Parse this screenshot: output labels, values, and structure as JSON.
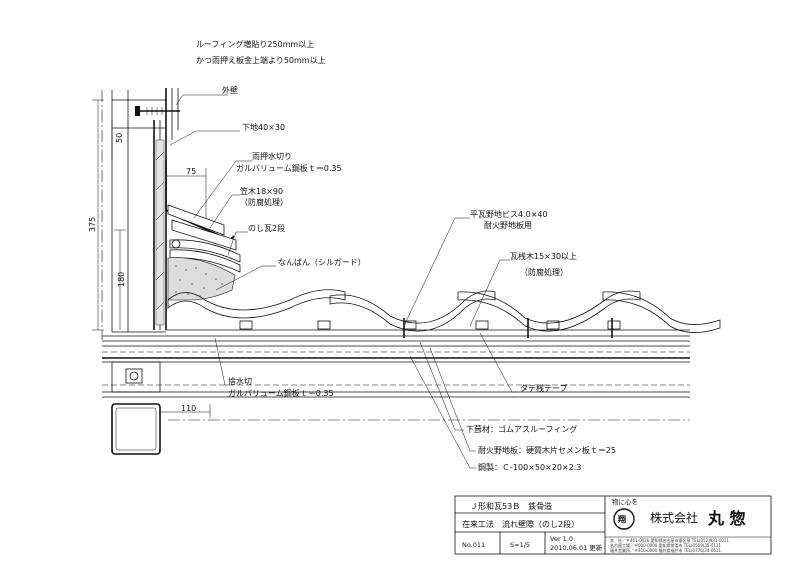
{
  "notes": {
    "roofing_overlap_line1": "ルーフィング増貼り250mm以上",
    "roofing_overlap_line2": "かつ雨押え板金上端より50mm以上"
  },
  "labels": {
    "outer_wall": "外壁",
    "base_member": "下地40×30",
    "flashing_line1": "雨押水切り",
    "flashing_line2": "ガルバリューム鋼板ｔ＝0.35",
    "kasagi_line1": "笠木18×90",
    "kasagi_line2": "（防腐処理）",
    "noshi": "のし瓦2段",
    "nanban": "なんばん（シルガード）",
    "screw_line1": "平瓦野地ビス4.0×40",
    "screw_line2": "耐火野地板用",
    "batten_line1": "瓦桟木15×30以上",
    "batten_line2": "（防腐処理）",
    "tape": "タテ桟テープ",
    "drain_line1": "捨水切",
    "drain_line2": "ガルバリューム鋼板ｔ＝0.35",
    "underlay": "下葺材：ゴムアスルーフィング",
    "sheathing": "耐火野地板：硬質木片セメン板ｔ＝25",
    "steel": "鋼製：Ｃ-100×50×20×2.3"
  },
  "dimensions": {
    "d50": "50",
    "d375": "375",
    "d180": "180",
    "d75": "75",
    "d110": "110"
  },
  "title_block": {
    "line1": "Ｊ形和瓦53Ｂ　鉄骨造",
    "line2": "在来工法　流れ壁際（のし2段）",
    "number": "No.011",
    "scale": "S=1/5",
    "version": "Ver 1.0",
    "date": "2010.06.01 更新",
    "logo_caption": "物に心を",
    "logo_char": "翔",
    "company_prefix": "株式会社",
    "company_name": "丸 惣",
    "address1": "本　社／〒461-0026 愛知県名古屋市東区泉 TEL(052)931-0011",
    "address2": "名古屋工場／〒000-0000 愛知県常滑市 TEL(0569)35-0111",
    "address3": "福井営業所／〒910-0000 福井県福井市 TEL(0776)34-0511"
  }
}
